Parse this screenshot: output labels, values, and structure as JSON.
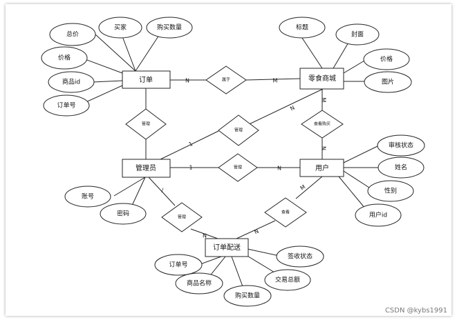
{
  "entities": {
    "order": "订单",
    "store": "零食商城",
    "admin": "管理员",
    "user": "用户",
    "delivery": "订单配送"
  },
  "attributes": {
    "order_total_price": "总价",
    "order_buyer": "买家",
    "order_quantity": "购买数量",
    "order_price": "价格",
    "order_product_id": "商品id",
    "order_number": "订单号",
    "store_title": "标题",
    "store_cover": "封面",
    "store_price": "价格",
    "store_image": "图片",
    "user_review_status": "审核状态",
    "user_name": "姓名",
    "user_gender": "性别",
    "user_id": "用户id",
    "admin_account": "账号",
    "admin_password": "密码",
    "delivery_order_number": "订单号",
    "delivery_product_name": "商品名称",
    "delivery_quantity": "购买数量",
    "delivery_total_amount": "交易总额",
    "delivery_sign_status": "签收状态"
  },
  "relationships": {
    "belongs": "属于",
    "admin_order": "管理",
    "admin_store": "管理",
    "admin_user": "管理",
    "admin_delivery": "管理",
    "user_buy": "查看购买",
    "user_view": "查看"
  },
  "cardinalities": {
    "order_belongs": "N",
    "store_belongs": "M",
    "store_admin": "N",
    "admin_store": "1",
    "admin_user_1": "1",
    "user_admin": "N",
    "store_userbuy": "M",
    "user_userbuy": "N",
    "admin_delivery_1": "/",
    "delivery_admin": "N",
    "user_view_m": "M",
    "delivery_view": "N"
  },
  "watermark": "CSDN @kybs1991"
}
